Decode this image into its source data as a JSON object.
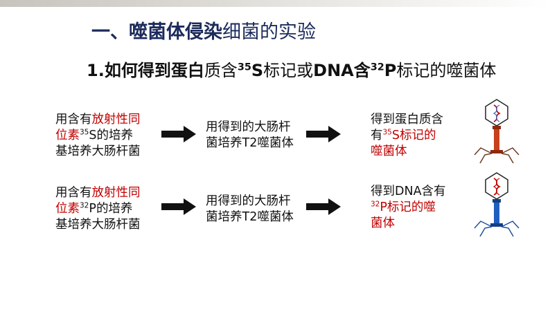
{
  "title": {
    "main": "一、噬菌体侵染",
    "rest": "细菌的实验"
  },
  "subtitle": {
    "p1": "1.如何得到蛋白",
    "p2": "质含",
    "sup1": "35",
    "p3": "S",
    "p4": "标记",
    "p5": "或",
    "p6": "DNA含",
    "sup2": "32",
    "p7": "P",
    "p8": "标记的噬菌体"
  },
  "row1": {
    "left": {
      "l1a": "用含有",
      "l1b": "放射性同",
      "l2a": "位素",
      "l2sup": "35",
      "l2b": "S",
      "l2c": "的培养",
      "l3": "基培养大肠杆菌"
    },
    "mid": {
      "l1": "用得到的大肠杆",
      "l2": "菌培养T2噬菌体"
    },
    "right": {
      "l1": "得到蛋白质含",
      "l2a": "有",
      "l2sup": "35",
      "l2b": "S标记的",
      "l3": "噬菌体"
    }
  },
  "row2": {
    "left": {
      "l1a": "用含有",
      "l1b": "放射性同",
      "l2a": "位素",
      "l2sup": "32",
      "l2b": "P",
      "l2c": "的培养",
      "l3": "基培养大肠杆菌"
    },
    "mid": {
      "l1": "用得到的大肠杆",
      "l2": "菌培养T2噬菌体"
    },
    "right": {
      "l1": "得到DNA含有",
      "l2sup": "32",
      "l2b": "P标记的噬",
      "l3": "菌体"
    }
  },
  "colors": {
    "title": "#1b2a5b",
    "highlight": "#c00000",
    "phage_orange": "#c8401c",
    "phage_blue": "#1f5fbf",
    "arrow": "#111111"
  },
  "icons": [
    "arrow-right-icon",
    "phage-protein-labeled-icon",
    "phage-dna-labeled-icon"
  ]
}
